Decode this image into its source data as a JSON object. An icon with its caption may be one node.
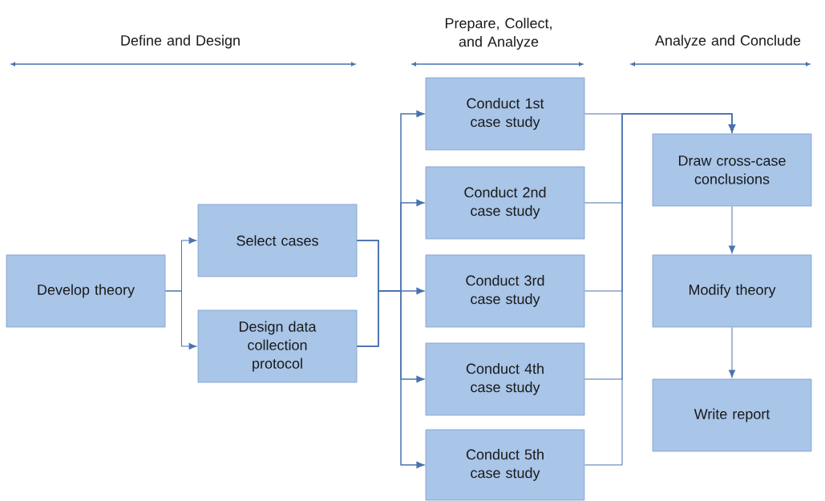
{
  "diagram": {
    "nodes": [
      {
        "text": [
          "Develop theory"
        ]
      },
      {
        "text": [
          "Select cases"
        ]
      },
      {
        "text": [
          "Design data collection protocol"
        ]
      },
      {
        "text": [
          "Conduct 1st case study"
        ]
      },
      {
        "text": [
          "Conduct 2nd case study"
        ]
      },
      {
        "text": [
          "Conduct 3rd case study"
        ]
      },
      {
        "text": [
          "Conduct 4th case study"
        ]
      },
      {
        "text": [
          "Conduct 5th case study"
        ]
      },
      {
        "text": [
          "Draw cross-case conclusions"
        ]
      },
      {
        "text": [
          "Modify theory"
        ]
      },
      {
        "text": [
          "Write report"
        ]
      }
    ],
    "edges": [
      {
        "from": 0,
        "to": 1,
        "arrow": "to"
      },
      {
        "from": 0,
        "to": 2,
        "arrow": "to"
      },
      {
        "from": 1,
        "to": 3,
        "arrow": "to"
      },
      {
        "from": 1,
        "to": 4,
        "arrow": "to"
      },
      {
        "from": 1,
        "to": 5,
        "arrow": "to"
      },
      {
        "from": 1,
        "to": 6,
        "arrow": "to"
      },
      {
        "from": 1,
        "to": 7,
        "arrow": "to"
      },
      {
        "from": 2,
        "to": 3,
        "arrow": "to"
      },
      {
        "from": 2,
        "to": 4,
        "arrow": "to"
      },
      {
        "from": 2,
        "to": 5,
        "arrow": "to"
      },
      {
        "from": 2,
        "to": 6,
        "arrow": "to"
      },
      {
        "from": 2,
        "to": 7,
        "arrow": "to"
      },
      {
        "from": 3,
        "to": 8,
        "arrow": "to"
      },
      {
        "from": 4,
        "to": 8,
        "arrow": "to"
      },
      {
        "from": 5,
        "to": 8,
        "arrow": "to"
      },
      {
        "from": 6,
        "to": 8,
        "arrow": "to"
      },
      {
        "from": 7,
        "to": 8,
        "arrow": "to"
      },
      {
        "from": 8,
        "to": 9,
        "arrow": "to"
      },
      {
        "from": 9,
        "to": 10,
        "arrow": "to"
      }
    ],
    "labels": [
      "Define and Design",
      "Prepare, Collect, and Analyze",
      "Analyze and Conclude"
    ]
  }
}
